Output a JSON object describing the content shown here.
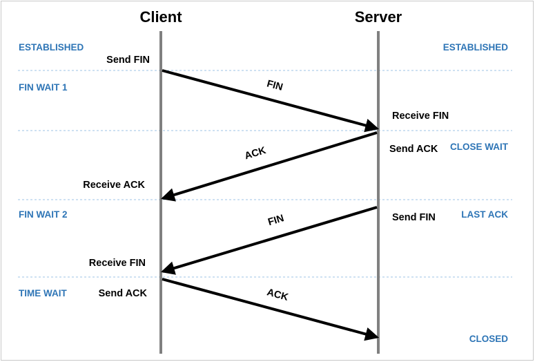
{
  "participants": {
    "client": "Client",
    "server": "Server"
  },
  "client_states": {
    "established": "ESTABLISHED",
    "fin_wait_1": "FIN WAIT 1",
    "fin_wait_2": "FIN WAIT 2",
    "time_wait": "TIME WAIT"
  },
  "server_states": {
    "established": "ESTABLISHED",
    "close_wait": "CLOSE WAIT",
    "last_ack": "LAST ACK",
    "closed": "CLOSED"
  },
  "client_actions": {
    "send_fin": "Send FIN",
    "receive_ack": "Receive ACK",
    "receive_fin": "Receive FIN",
    "send_ack": "Send ACK"
  },
  "server_actions": {
    "receive_fin": "Receive FIN",
    "send_ack": "Send ACK",
    "send_fin": "Send FIN"
  },
  "messages": {
    "fin_1": "FIN",
    "ack_1": "ACK",
    "fin_2": "FIN",
    "ack_2": "ACK"
  },
  "colors": {
    "state_text": "#2e75b6",
    "lifeline": "#808080",
    "separator": "#9dc3e6",
    "arrow": "#000000"
  }
}
